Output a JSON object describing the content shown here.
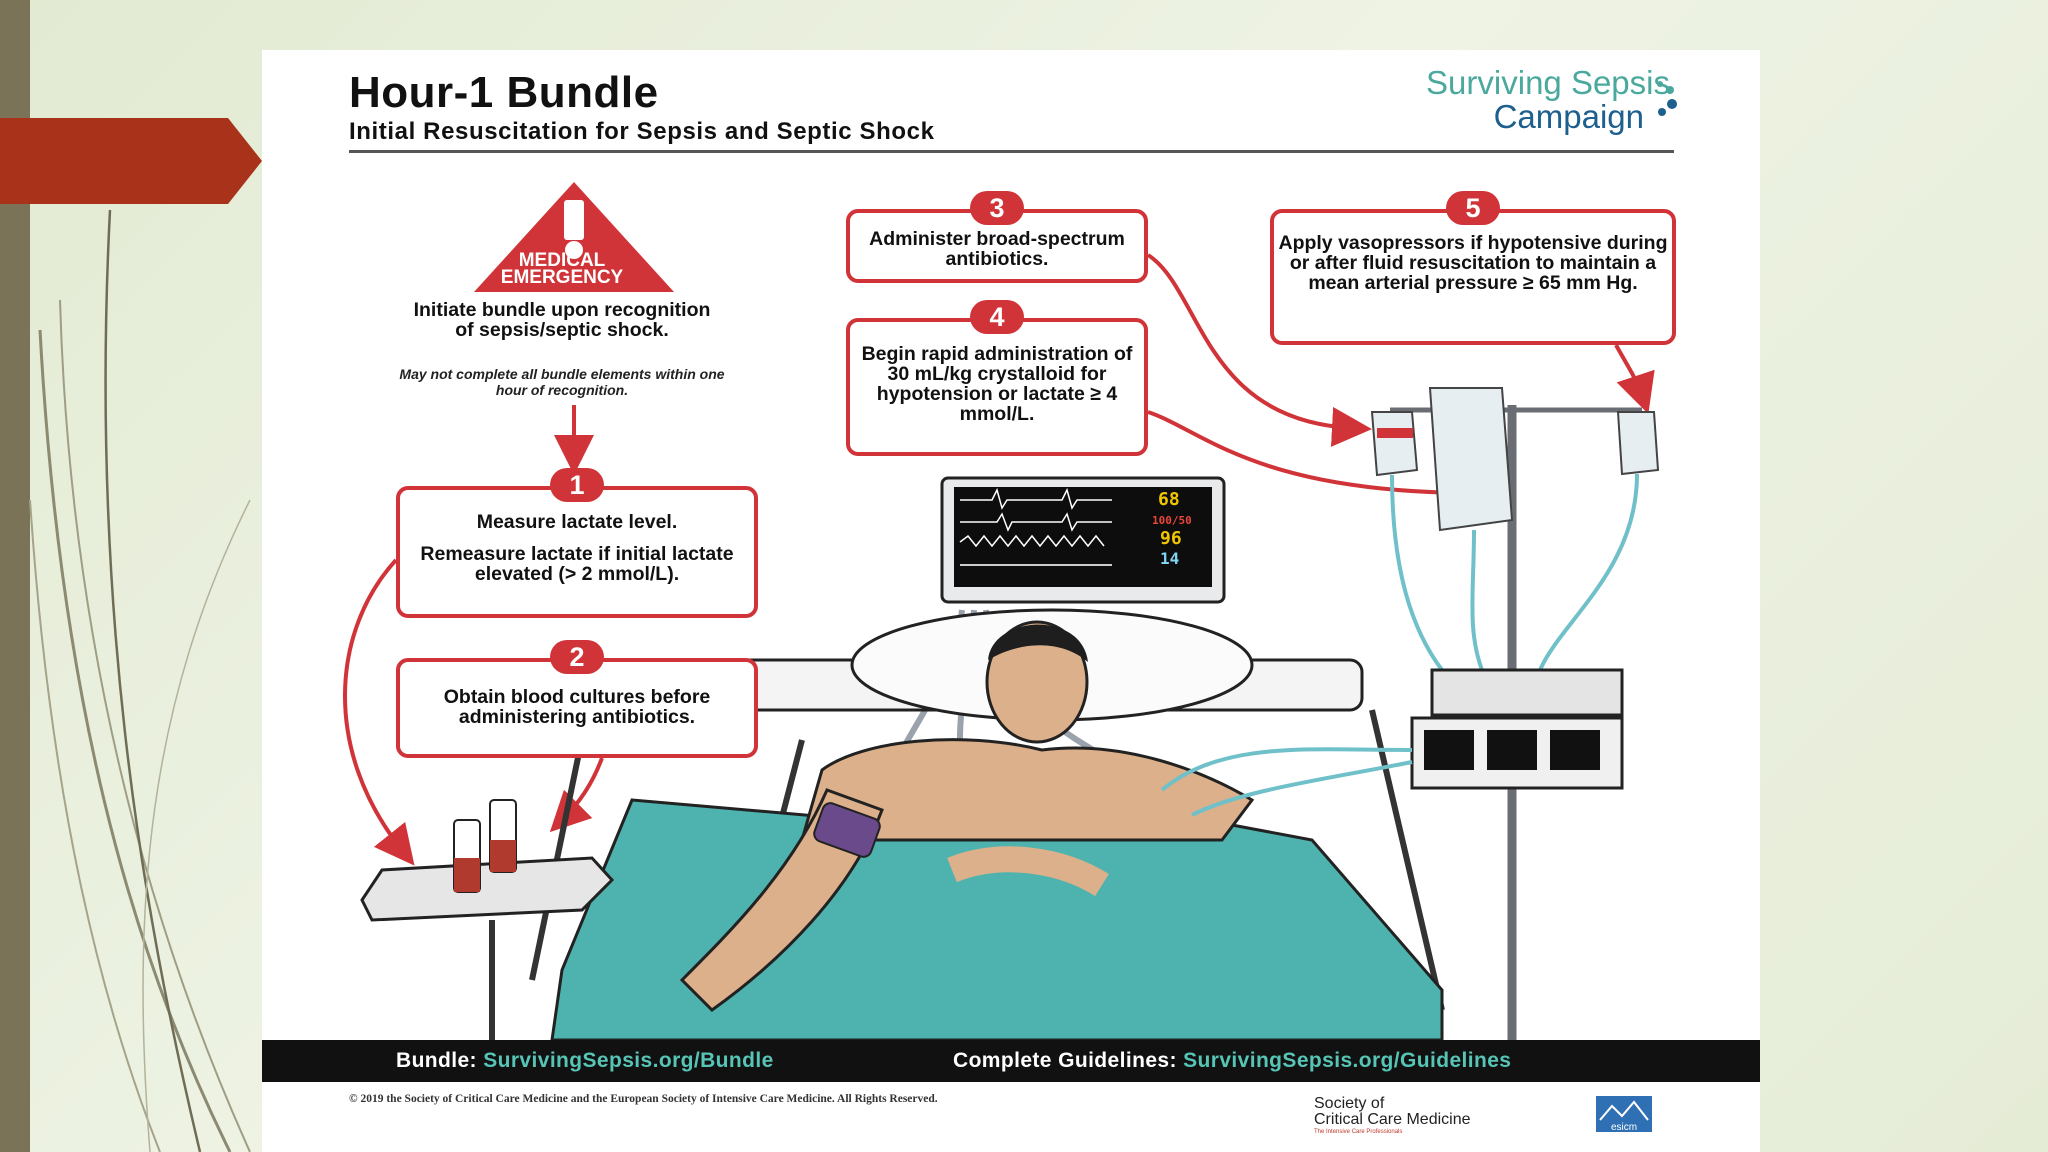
{
  "poster": {
    "title": "Hour-1 Bundle",
    "subtitle": "Initial Resuscitation for Sepsis and Septic Shock",
    "logo": {
      "line1": "Surviving Sepsis",
      "line2": "Campaign"
    },
    "warning": {
      "line1": "MEDICAL",
      "line2": "EMERGENCY",
      "text": "Initiate bundle upon recognition of sepsis/septic shock.",
      "note": "May not complete all bundle elements within one hour of recognition."
    },
    "steps": [
      {
        "number": "1",
        "text": "Measure lactate level.",
        "text2": "Remeasure lactate if initial lactate elevated (> 2 mmol/L)."
      },
      {
        "number": "2",
        "text": "Obtain blood cultures before administering antibiotics."
      },
      {
        "number": "3",
        "text": "Administer broad-spectrum antibiotics."
      },
      {
        "number": "4",
        "text": "Begin rapid administration of 30 mL/kg crystalloid for hypotension or lactate ≥ 4 mmol/L."
      },
      {
        "number": "5",
        "text": "Apply vasopressors if hypotensive during or after fluid resuscitation to maintain a mean arterial pressure ≥ 65 mm Hg."
      }
    ],
    "monitor": {
      "hr": "68",
      "bp": "100/50",
      "spo2": "96",
      "rr": "14"
    },
    "banner": {
      "bundle_label": "Bundle:",
      "bundle_link": "SurvivingSepsis.org/Bundle",
      "guidelines_label": "Complete Guidelines:",
      "guidelines_link": "SurvivingSepsis.org/Guidelines"
    },
    "copyright": "© 2019 the Society of Critical Care Medicine and the European Society of Intensive Care Medicine. All Rights Reserved.",
    "sccm": {
      "line1": "Society of",
      "line2": "Critical Care Medicine",
      "tagline": "The Intensive Care Professionals"
    },
    "esicm": "esicm"
  },
  "colors": {
    "accent_red": "#d13438",
    "tab_red": "#a8321a",
    "teal": "#4aa89d",
    "navy": "#1d5f8e",
    "link_teal": "#56c5b6"
  }
}
